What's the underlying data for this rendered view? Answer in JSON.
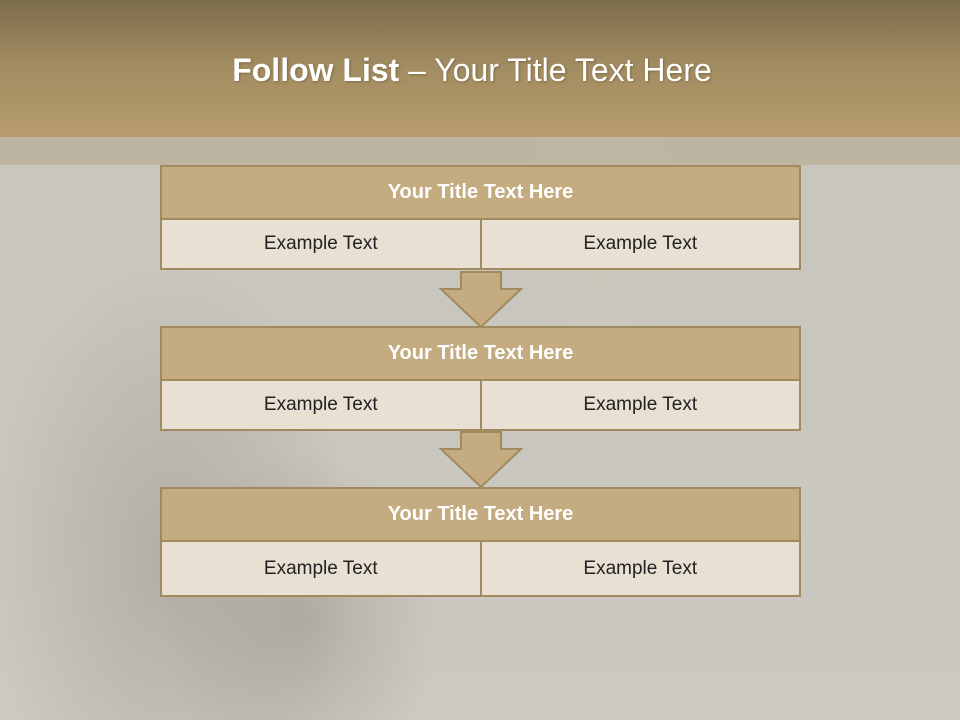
{
  "slide": {
    "title_bold": "Follow List",
    "title_rest": " – Your Title Text Here"
  },
  "blocks": [
    {
      "title": "Your Title Text Here",
      "left": "Example Text",
      "right": "Example Text"
    },
    {
      "title": "Your Title Text Here",
      "left": "Example Text",
      "right": "Example Text"
    },
    {
      "title": "Your Title Text Here",
      "left": "Example Text",
      "right": "Example Text"
    }
  ],
  "colors": {
    "header": "#a08a60",
    "block_title": "#c4ab80",
    "cell": "#e8e0d3",
    "border": "#a18a5d",
    "arrow": "#c4ab80"
  },
  "icons": [
    "down-arrow-icon"
  ]
}
